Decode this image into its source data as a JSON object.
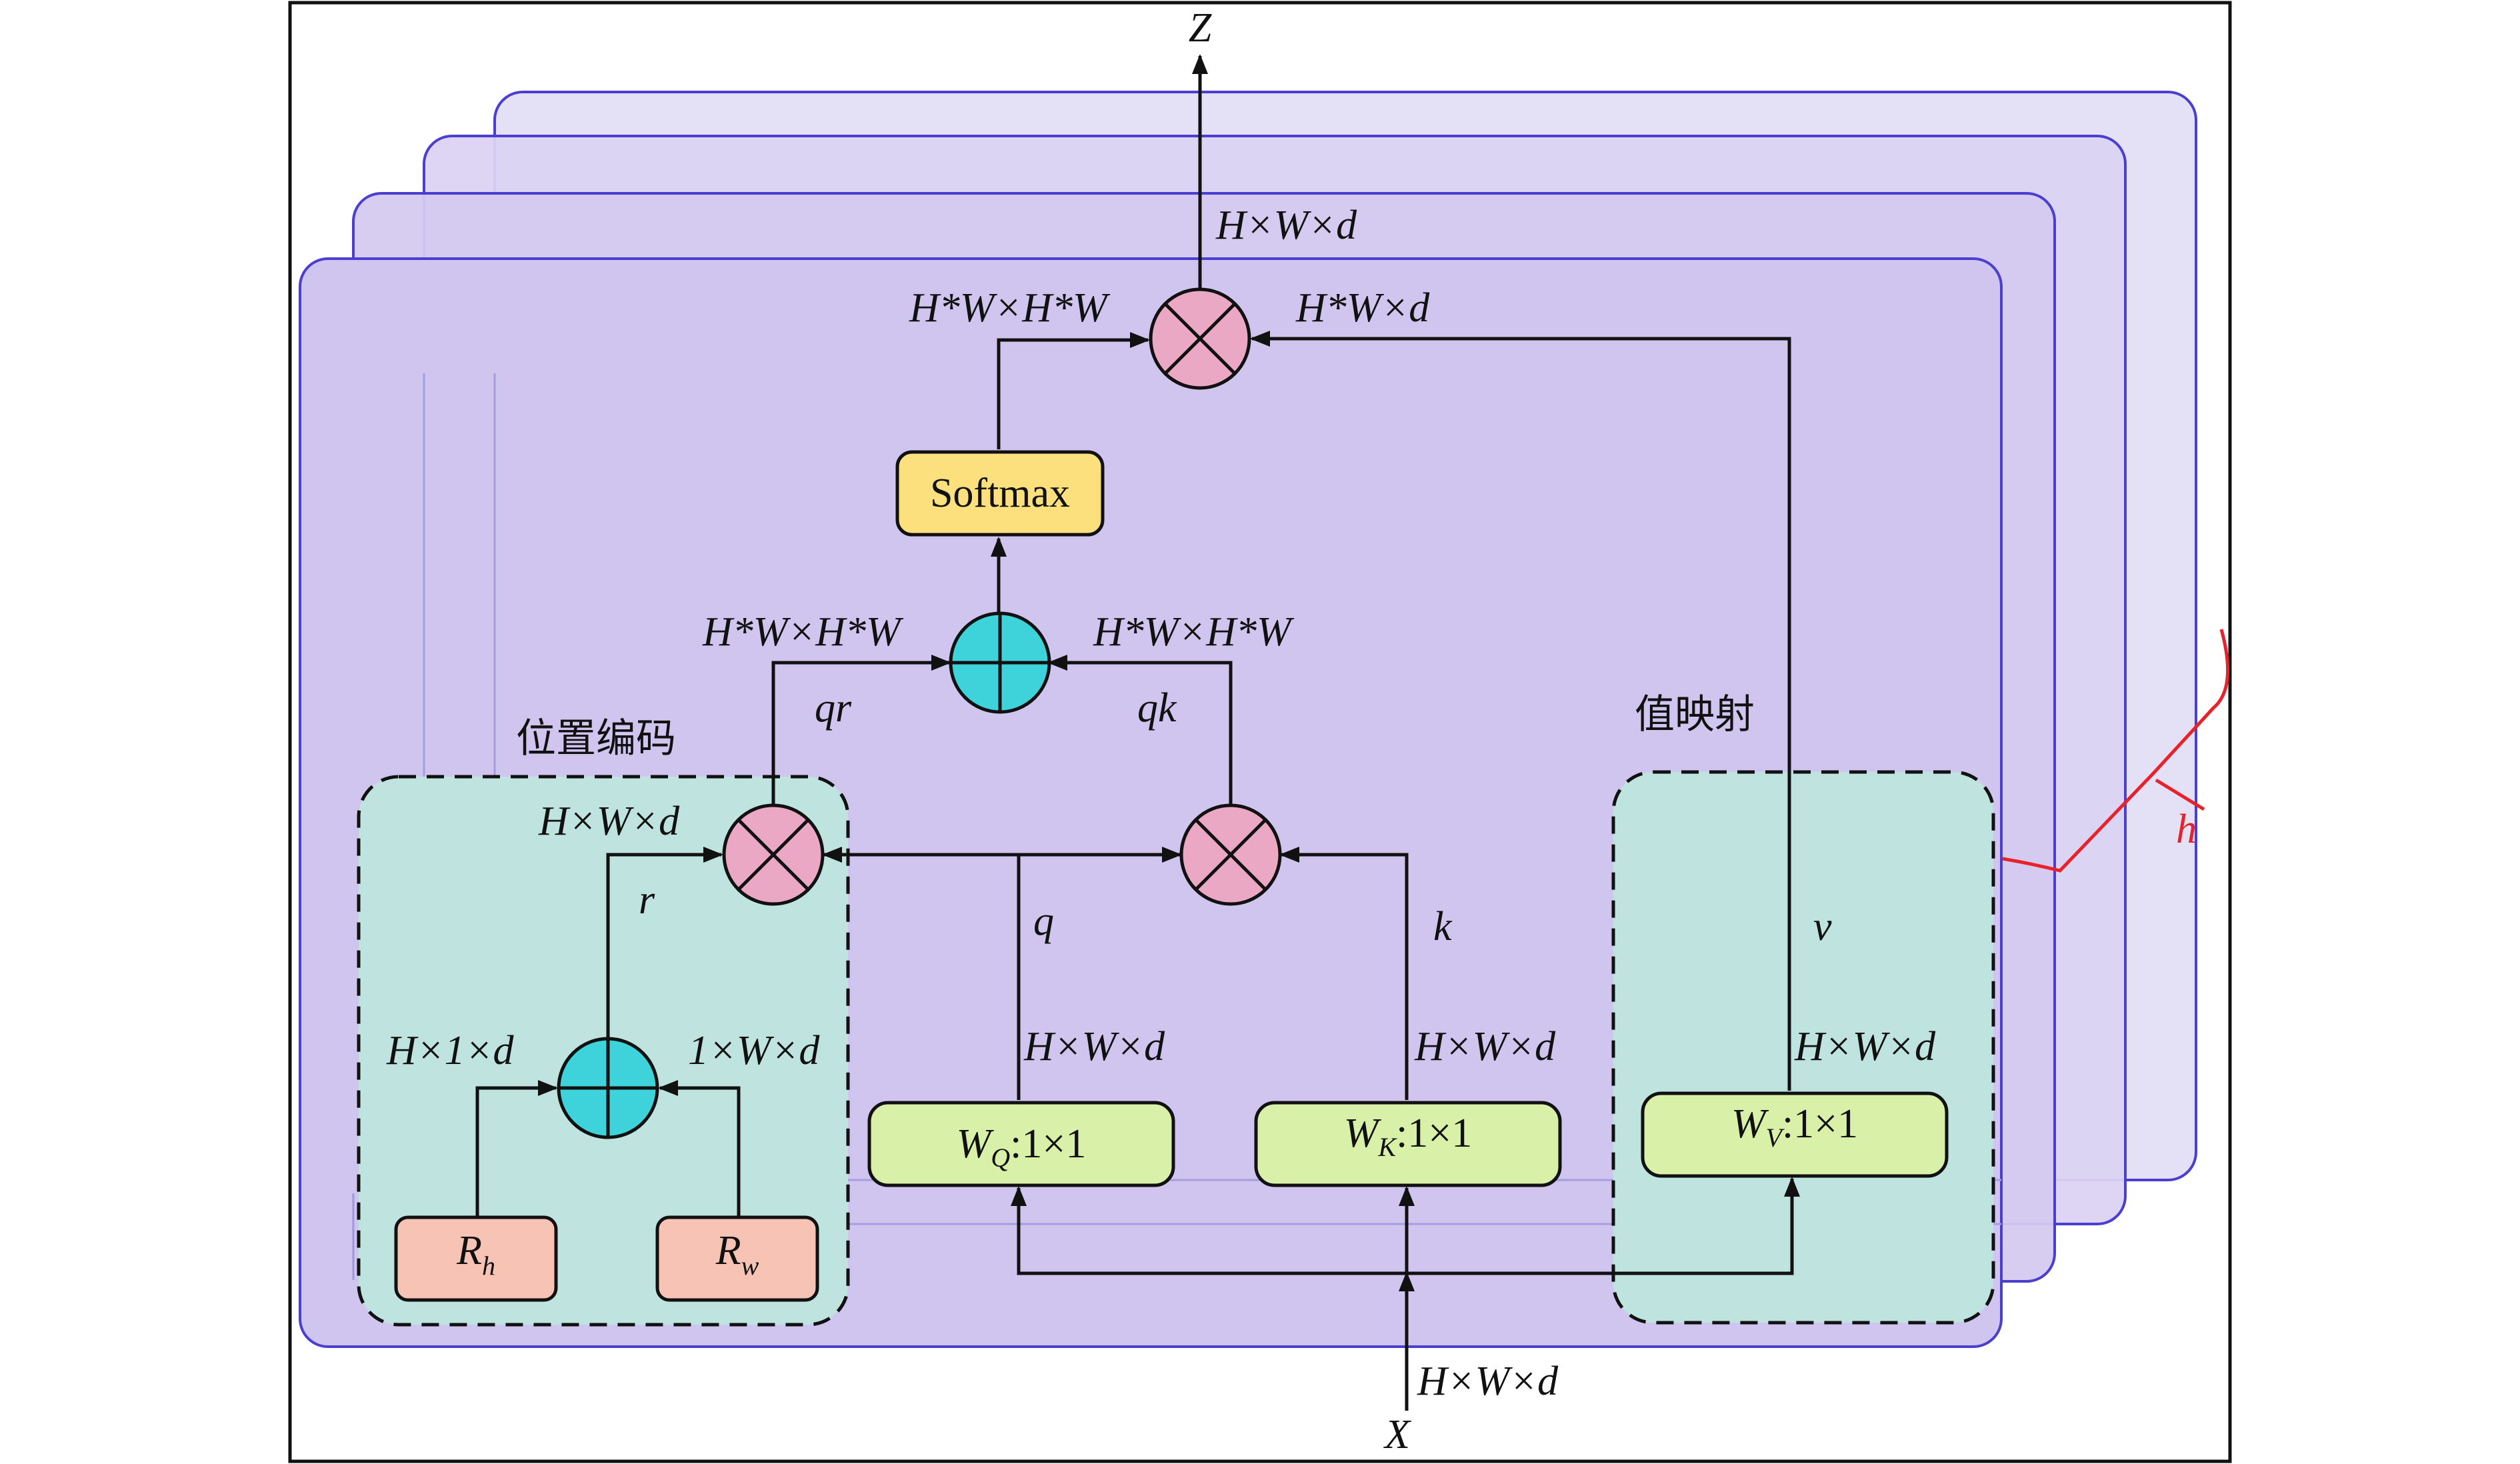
{
  "labels": {
    "output": "Z",
    "input": "X",
    "top_dim": "H×W×d",
    "softmax_in_dim": "H*W×H*W",
    "value_in_dim": "H*W×d",
    "qr_dim": "H*W×H*W",
    "qk_dim": "H*W×H*W",
    "qr": "qr",
    "qk": "qk",
    "r_dim": "H×W×d",
    "r": "r",
    "q": "q",
    "k": "k",
    "v": "v",
    "rh_dim": "H×1×d",
    "rw_dim": "1×W×d",
    "wq_dim": "H×W×d",
    "wk_dim": "H×W×d",
    "wv_dim": "H×W×d",
    "x_dim": "H×W×d",
    "heads": "h"
  },
  "section_titles": {
    "position_encoding": "位置编码",
    "value_mapping": "值映射"
  },
  "boxes": {
    "softmax": "Softmax",
    "wq_main": "W",
    "wq_sub": "Q",
    "wq_suffix": ":1×1",
    "wk_main": "W",
    "wk_sub": "K",
    "wk_suffix": ":1×1",
    "wv_main": "W",
    "wv_sub": "V",
    "wv_suffix": ":1×1",
    "rh_main": "R",
    "rh_sub": "h",
    "rw_main": "R",
    "rw_sub": "w"
  },
  "colors": {
    "panel_fill": "#cfc5ee",
    "panel_stroke": "#4a3fd0",
    "dashed_fill": "#bfe3de",
    "softmax_fill": "#fce07e",
    "weight_fill": "#d8f0a8",
    "r_fill": "#f7c3b4",
    "mult_fill": "#eaa8c4",
    "add_fill": "#3ed2da",
    "bracket": "#e8212a"
  }
}
